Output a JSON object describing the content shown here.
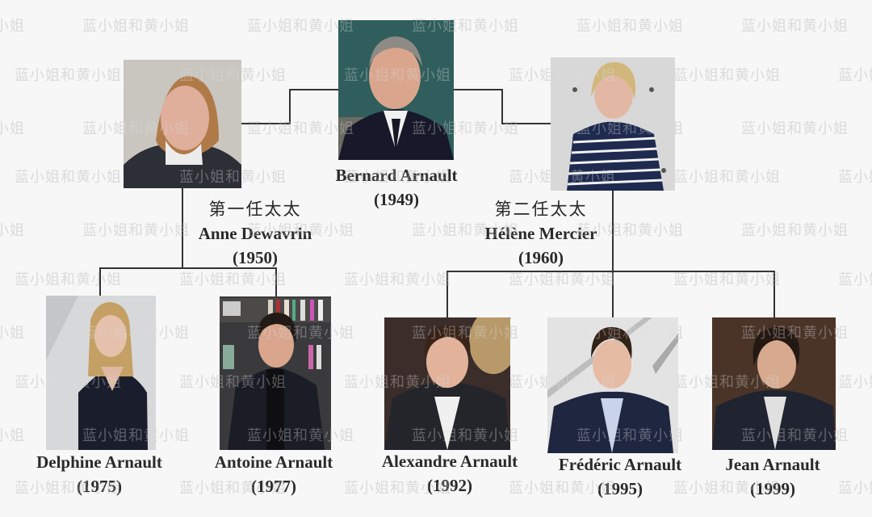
{
  "watermark": {
    "text": "蓝小姐和黄小姐",
    "color": "#dcdcdc"
  },
  "father": {
    "name": "Bernard Arnault",
    "year": "(1949)",
    "photo_bg": "#2f5e5c"
  },
  "wives": [
    {
      "role": "第一任太太",
      "name": "Anne Dewavrin",
      "year": "(1950)",
      "photo_bg": "#c9c6c0"
    },
    {
      "role": "第二任太太",
      "name": "Hélène Mercier",
      "year": "(1960)",
      "photo_bg": "#d8d8d8"
    }
  ],
  "children": [
    {
      "name": "Delphine Arnault",
      "year": "(1975)",
      "mother": "Anne Dewavrin",
      "photo_bg": "#d7d8da"
    },
    {
      "name": "Antoine Arnault",
      "year": "(1977)",
      "mother": "Anne Dewavrin",
      "photo_bg": "#3a3a3c"
    },
    {
      "name": "Alexandre Arnault",
      "year": "(1992)",
      "mother": "Hélène Mercier",
      "photo_bg": "#3b2d2a"
    },
    {
      "name": "Frédéric Arnault",
      "year": "(1995)",
      "mother": "Hélène Mercier",
      "photo_bg": "#e3e3e3"
    },
    {
      "name": "Jean Arnault",
      "year": "(1999)",
      "mother": "Hélène Mercier",
      "photo_bg": "#4a3428"
    }
  ],
  "colors": {
    "line": "#333333",
    "text": "#2a2a2a",
    "background": "#f7f7f7"
  }
}
